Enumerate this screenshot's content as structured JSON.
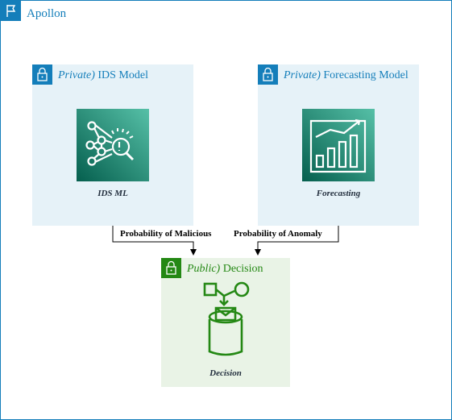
{
  "container": {
    "title": "Apollon",
    "icon": "flag-icon"
  },
  "groups": {
    "ids": {
      "prefix": "Private)",
      "name": "IDS Model",
      "icon": "lock-icon",
      "node": {
        "label": "IDS ML",
        "icon": "machine-learning-icon"
      }
    },
    "forecast": {
      "prefix": "Private)",
      "name": "Forecasting Model",
      "icon": "lock-icon",
      "node": {
        "label": "Forecasting",
        "icon": "growth-chart-icon"
      }
    },
    "decision": {
      "prefix": "Public)",
      "name": "Decision",
      "icon": "lock-icon",
      "node": {
        "label": "Decision",
        "icon": "decision-database-icon"
      }
    }
  },
  "edges": [
    {
      "label": "Probability of Malicious"
    },
    {
      "label": "Probability of  Anomaly"
    }
  ],
  "colors": {
    "private_accent": "#147eba",
    "private_fill": "#e6f2f8",
    "public_accent": "#248814",
    "public_fill": "#e9f3e6",
    "ml_tile": "#1b8a72"
  }
}
